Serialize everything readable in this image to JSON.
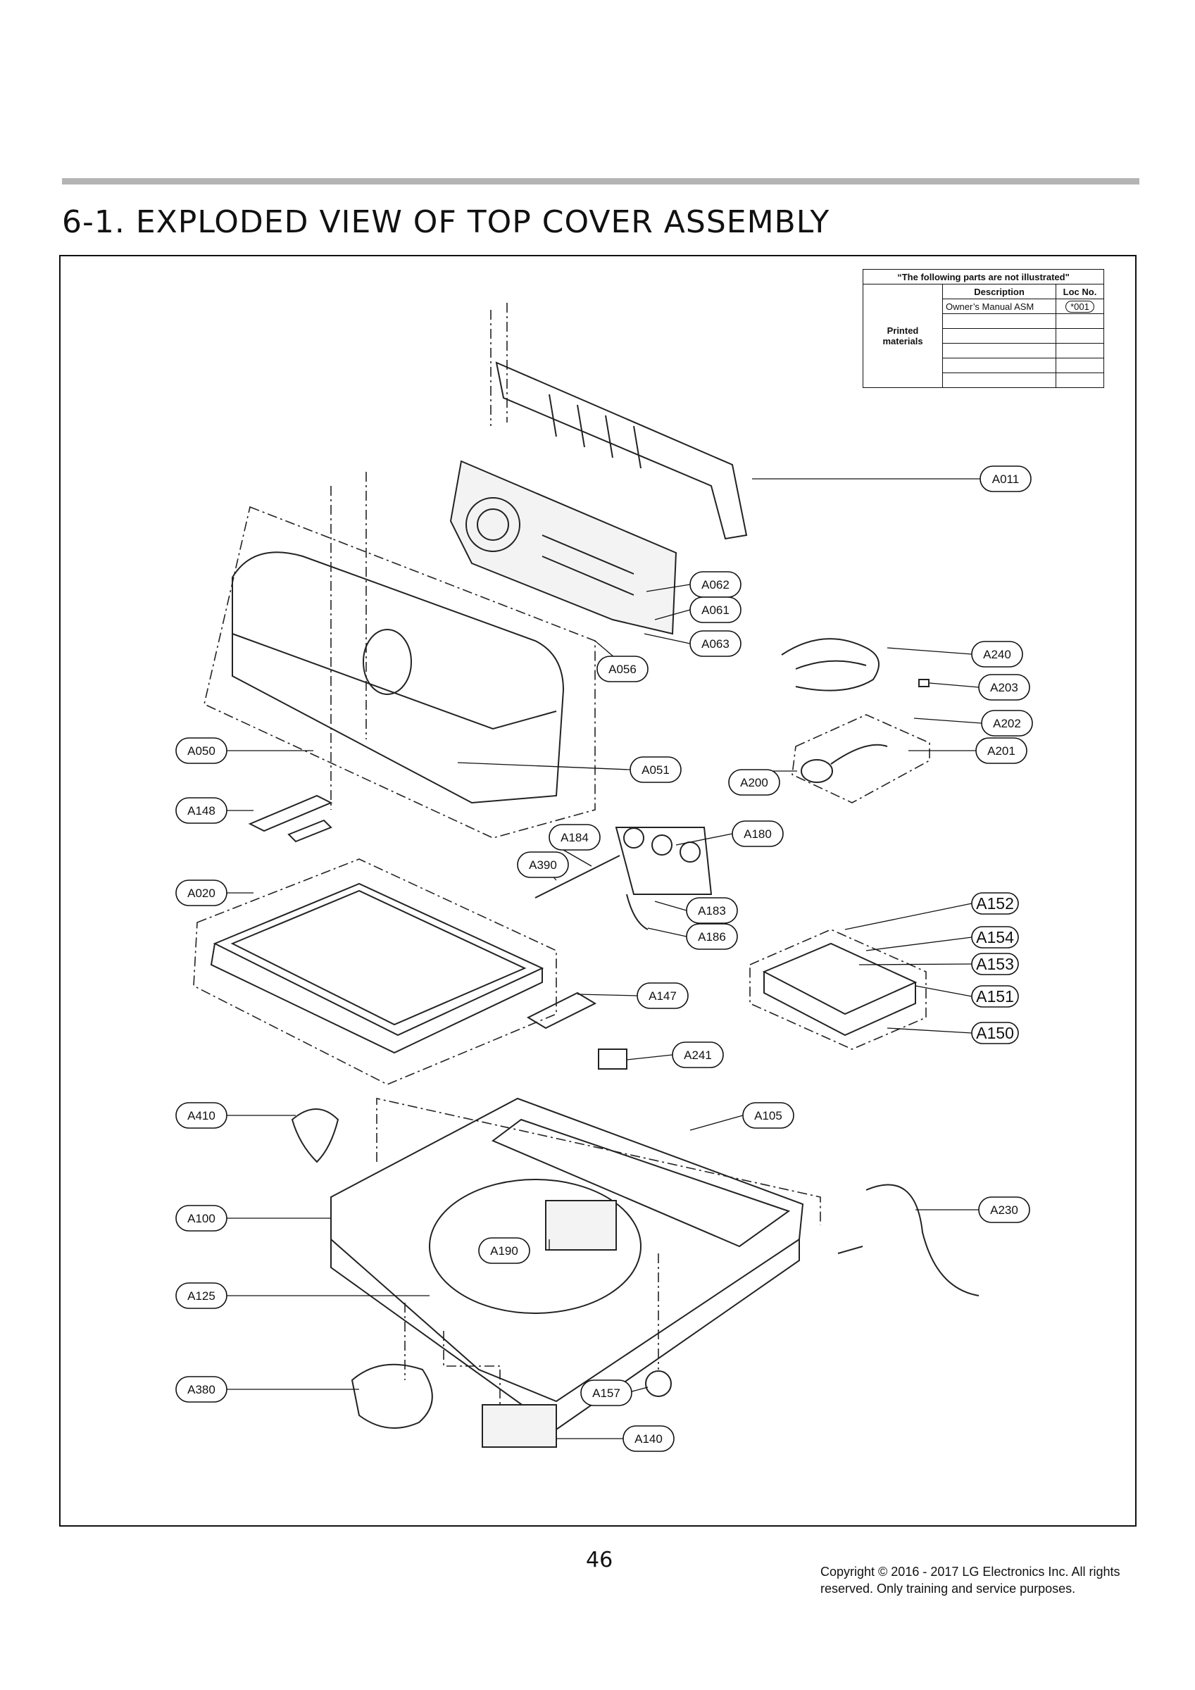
{
  "page": {
    "title": "6-1. EXPLODED VIEW OF TOP COVER ASSEMBLY",
    "number": "46",
    "copyright_line1": "Copyright © 2016 - 2017 LG Electronics Inc. All rights",
    "copyright_line2": "reserved. Only training and service purposes."
  },
  "not_illustrated_table": {
    "header": "“The following parts are not illustrated\"",
    "col_description": "Description",
    "col_loc": "Loc No.",
    "category": "Printed materials",
    "rows": [
      {
        "description": "Owner’s Manual ASM",
        "loc": "*001"
      }
    ]
  },
  "callouts": [
    {
      "label": "A011"
    },
    {
      "label": "A062"
    },
    {
      "label": "A061"
    },
    {
      "label": "A063"
    },
    {
      "label": "A056"
    },
    {
      "label": "A240"
    },
    {
      "label": "A203"
    },
    {
      "label": "A202"
    },
    {
      "label": "A201"
    },
    {
      "label": "A050"
    },
    {
      "label": "A051"
    },
    {
      "label": "A200"
    },
    {
      "label": "A148"
    },
    {
      "label": "A184"
    },
    {
      "label": "A180"
    },
    {
      "label": "A390"
    },
    {
      "label": "A020"
    },
    {
      "label": "A183"
    },
    {
      "label": "A186"
    },
    {
      "label": "A152"
    },
    {
      "label": "A154"
    },
    {
      "label": "A153"
    },
    {
      "label": "A151"
    },
    {
      "label": "A150"
    },
    {
      "label": "A147"
    },
    {
      "label": "A241"
    },
    {
      "label": "A410"
    },
    {
      "label": "A105"
    },
    {
      "label": "A100"
    },
    {
      "label": "A230"
    },
    {
      "label": "A190"
    },
    {
      "label": "A125"
    },
    {
      "label": "A380"
    },
    {
      "label": "A157"
    },
    {
      "label": "A140"
    }
  ]
}
